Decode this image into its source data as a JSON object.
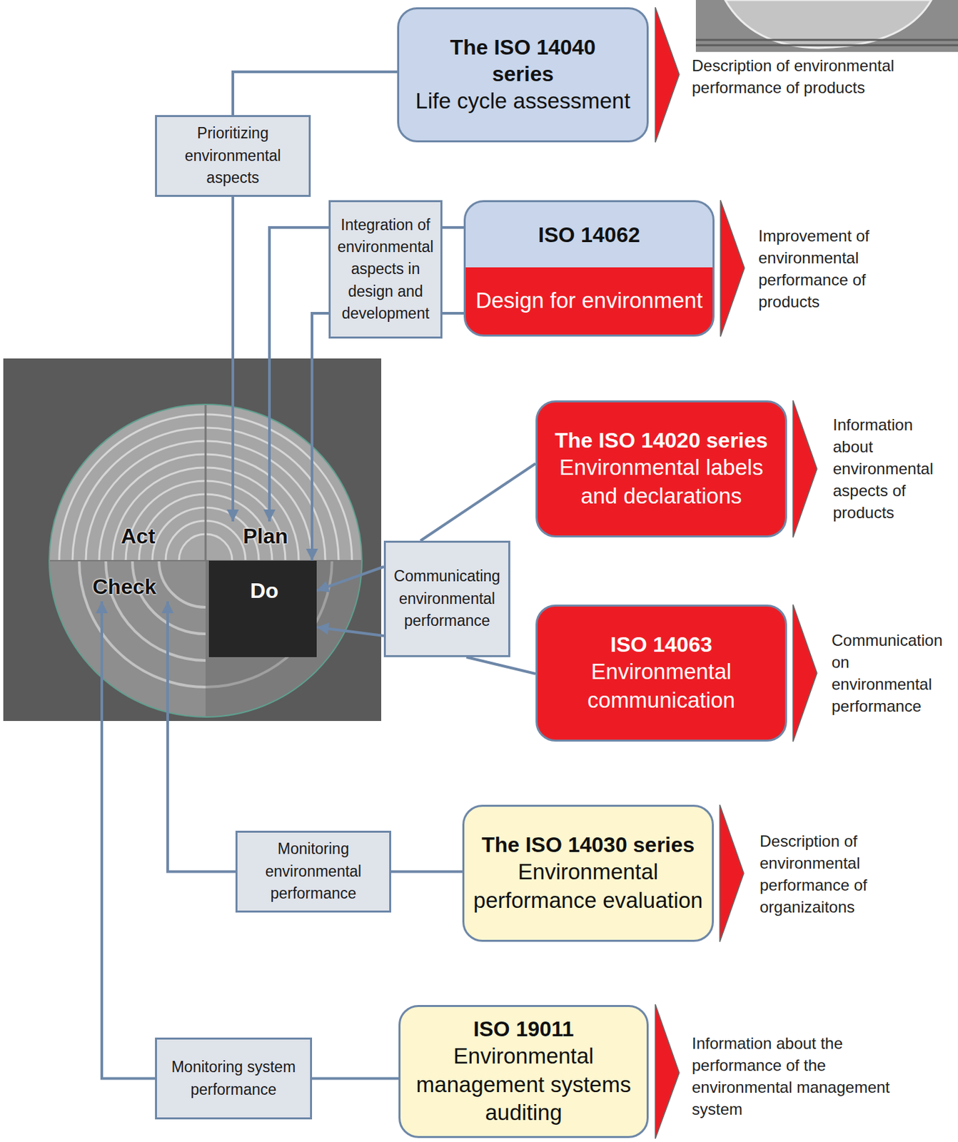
{
  "diagram": {
    "nodes": [
      {
        "text": [
          "The ISO 14040 series",
          "Life cycle assessment"
        ]
      },
      {
        "text": [
          "Prioritizing environmental aspects"
        ]
      },
      {
        "text": [
          "Integration of environmental aspects in design and development"
        ]
      },
      {
        "text": [
          "ISO 14062",
          "Design for environment"
        ]
      },
      {
        "text": [
          "Act"
        ]
      },
      {
        "text": [
          "Plan"
        ]
      },
      {
        "text": [
          "Check"
        ]
      },
      {
        "text": [
          "Do"
        ]
      },
      {
        "text": [
          "The ISO 14020 series",
          "Environmental labels and declarations"
        ]
      },
      {
        "text": [
          "Communicating environmental performance"
        ]
      },
      {
        "text": [
          "ISO 14063",
          "Environmental communication"
        ]
      },
      {
        "text": [
          "The ISO 14030 series",
          "Environmental performance evaluation"
        ]
      },
      {
        "text": [
          "Monitoring environmental performance"
        ]
      },
      {
        "text": [
          "ISO 19011",
          "Environmental management systems auditing"
        ]
      },
      {
        "text": [
          "Monitoring system performance"
        ]
      }
    ],
    "edges": [
      {
        "from": 0,
        "to": 1,
        "arrow": "none"
      },
      {
        "from": 1,
        "to": 5,
        "arrow": "to"
      },
      {
        "from": 3,
        "to": 2,
        "arrow": "none"
      },
      {
        "from": 3,
        "to": 2,
        "arrow": "none"
      },
      {
        "from": 2,
        "to": 5,
        "arrow": "to"
      },
      {
        "from": 2,
        "to": 7,
        "arrow": "to"
      },
      {
        "from": 8,
        "to": 9,
        "arrow": "none"
      },
      {
        "from": 10,
        "to": 9,
        "arrow": "none"
      },
      {
        "from": 9,
        "to": 7,
        "arrow": "to"
      },
      {
        "from": 9,
        "to": 7,
        "arrow": "to"
      },
      {
        "from": 11,
        "to": 12,
        "arrow": "none"
      },
      {
        "from": 12,
        "to": 6,
        "arrow": "to"
      },
      {
        "from": 13,
        "to": 14,
        "arrow": "none"
      },
      {
        "from": 14,
        "to": 6,
        "arrow": "to"
      }
    ],
    "labels": [
      "Description of environmental performance of products",
      "Improvement of environmental performance of products",
      "Information about environmental aspects of products",
      "Communication on environmental performance",
      "Description of environmental performance of organizaitons",
      "Information about the performance of the environmental management system"
    ]
  }
}
